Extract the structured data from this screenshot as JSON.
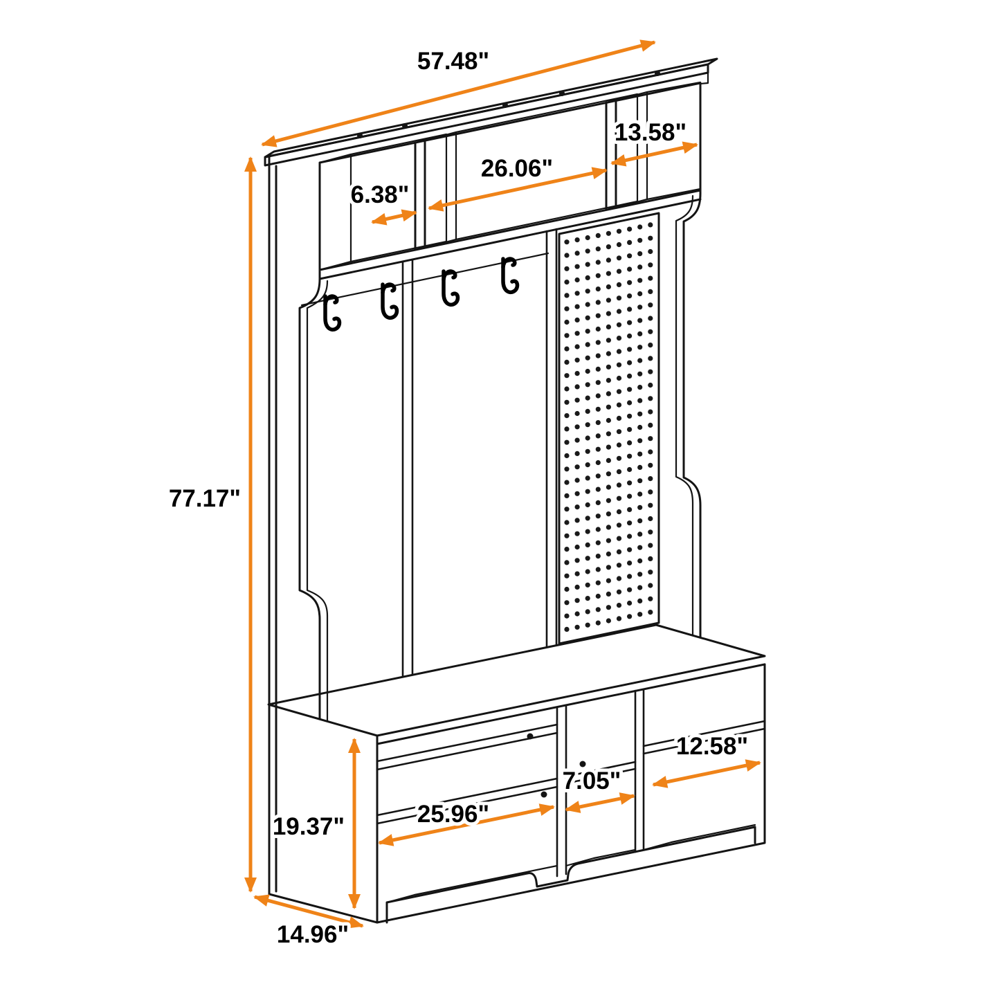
{
  "diagram": {
    "title": "Hall tree with storage bench - dimension drawing",
    "unit": "inches"
  },
  "dimensions": {
    "overall_width": "57.48\"",
    "top_right_cubby_width": "13.58\"",
    "top_middle_cubby_width": "26.06\"",
    "top_left_cubby_width": "6.38\"",
    "overall_height": "77.17\"",
    "bench_height": "19.37\"",
    "depth": "14.96\"",
    "bench_left_width": "25.96\"",
    "bench_middle_width": "7.05\"",
    "bench_right_width": "12.58\""
  },
  "style": {
    "dimension_color": "#EF8318",
    "line_color": "#141414",
    "background_color": "#FFFFFF"
  },
  "pegboard": {
    "columns": 9,
    "rows": 30
  },
  "hooks": {
    "count": 4
  }
}
